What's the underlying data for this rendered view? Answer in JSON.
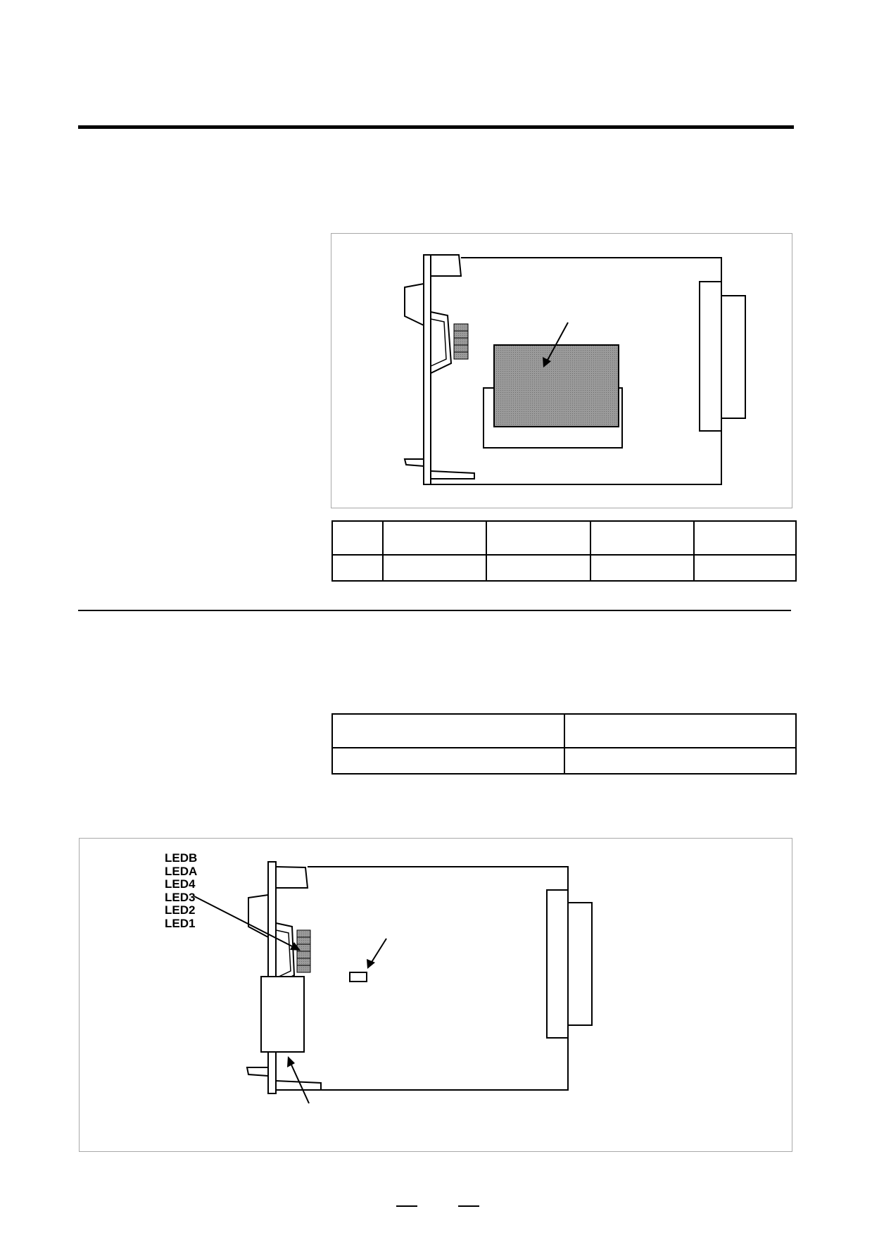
{
  "figure2": {
    "led_labels": [
      "LEDB",
      "LEDA",
      "LED4",
      "LED3",
      "LED2",
      "LED1"
    ]
  }
}
